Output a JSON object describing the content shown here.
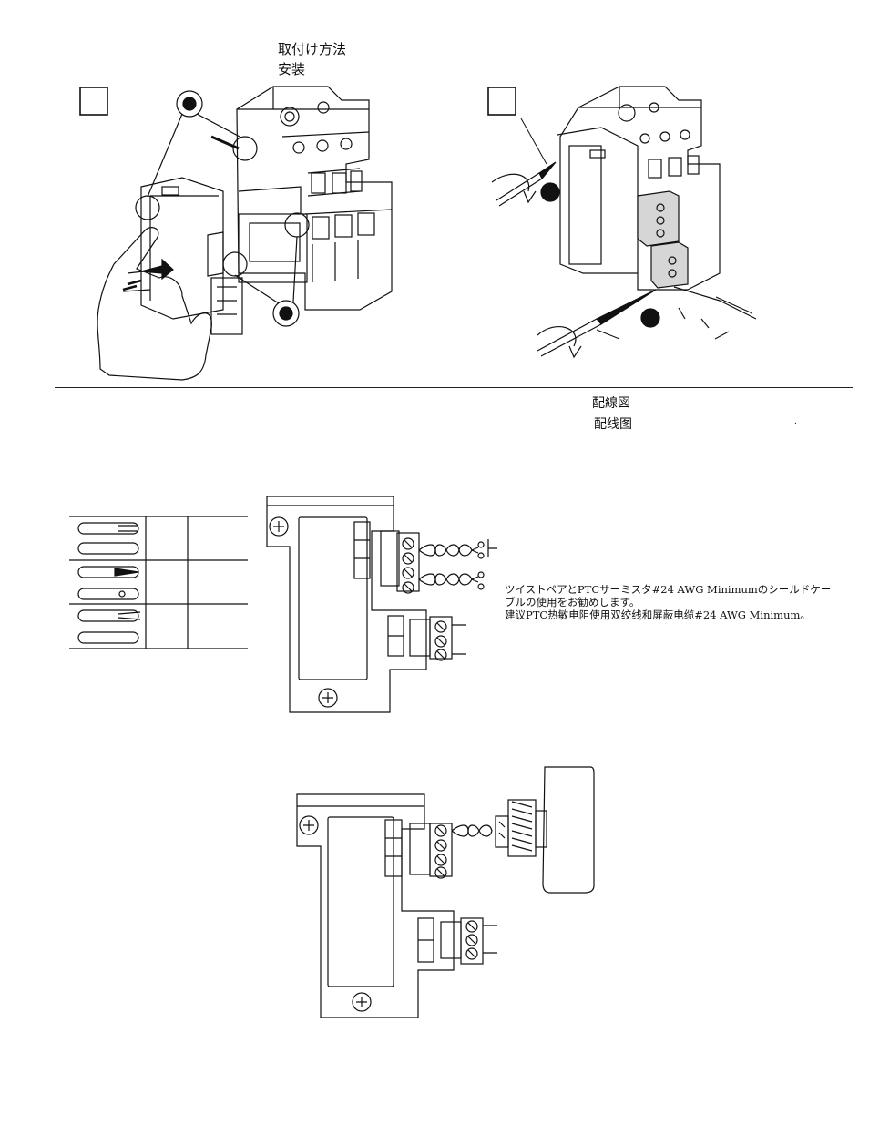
{
  "install": {
    "heading_ja": "取付け方法",
    "heading_zh": "安装"
  },
  "wiring": {
    "heading_ja": "配線図",
    "heading_zh": "配线图",
    "note_ja_line1": "ツイストペアとPTCサーミスタ#24 AWG Minimumのシールドケー",
    "note_ja_line2": "ブルの使用をお勧めします。",
    "note_zh": "建议PTC热敏电阻使用双绞线和屏蔽电缆#24 AWG Minimum。"
  },
  "footer": {
    "stray_mark": "."
  }
}
